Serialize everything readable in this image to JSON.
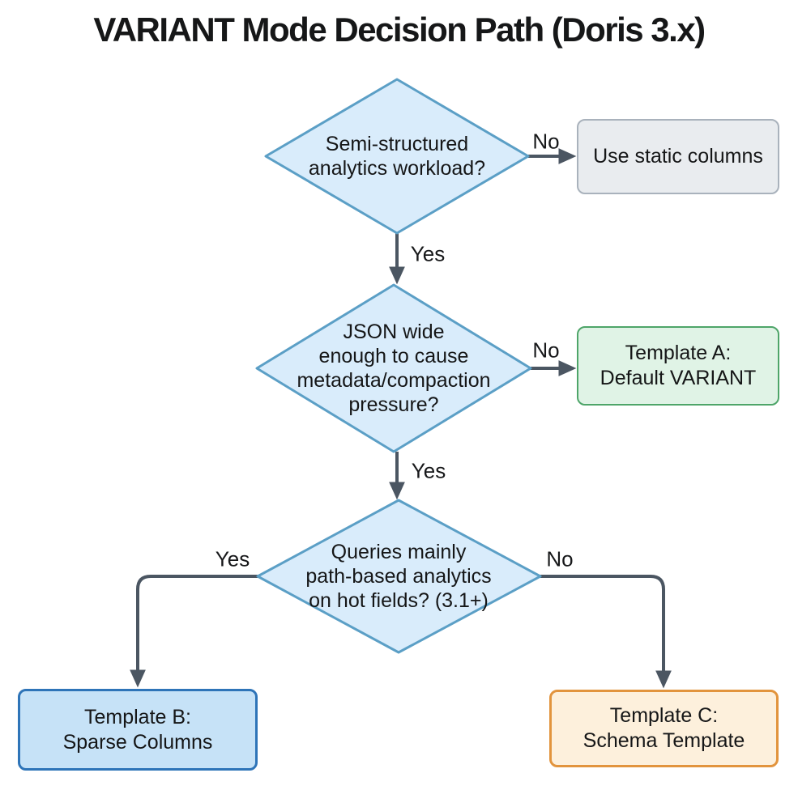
{
  "title": "VARIANT Mode Decision Path (Doris 3.x)",
  "nodes": {
    "d1": {
      "type": "decision",
      "lines": [
        "Semi-structured",
        "analytics workload?"
      ]
    },
    "d2": {
      "type": "decision",
      "lines": [
        "JSON wide",
        "enough to cause",
        "metadata/compaction",
        "pressure?"
      ]
    },
    "d3": {
      "type": "decision",
      "lines": [
        "Queries mainly",
        "path-based analytics",
        "on hot fields? (3.1+)"
      ]
    },
    "static_cols": {
      "type": "result",
      "lines": [
        "Use static columns"
      ]
    },
    "template_a": {
      "type": "result",
      "lines": [
        "Template A:",
        "Default VARIANT"
      ]
    },
    "template_b": {
      "type": "result",
      "lines": [
        "Template B:",
        "Sparse Columns"
      ]
    },
    "template_c": {
      "type": "result",
      "lines": [
        "Template C:",
        "Schema Template"
      ]
    }
  },
  "edges": {
    "d1_no": "No",
    "d1_yes": "Yes",
    "d2_no": "No",
    "d2_yes": "Yes",
    "d3_yes": "Yes",
    "d3_no": "No"
  },
  "colors": {
    "decision_fill": "#d9ecfb",
    "decision_stroke": "#5b9fc6",
    "connector": "#4b5662",
    "static_fill": "#e9ecef",
    "static_stroke": "#a9b2bc",
    "template_a_fill": "#e0f3e6",
    "template_a_stroke": "#4ea569",
    "template_b_fill": "#c6e2f7",
    "template_b_stroke": "#2e74b8",
    "template_c_fill": "#fdf0dc",
    "template_c_stroke": "#e2943d",
    "text": "#151617"
  }
}
